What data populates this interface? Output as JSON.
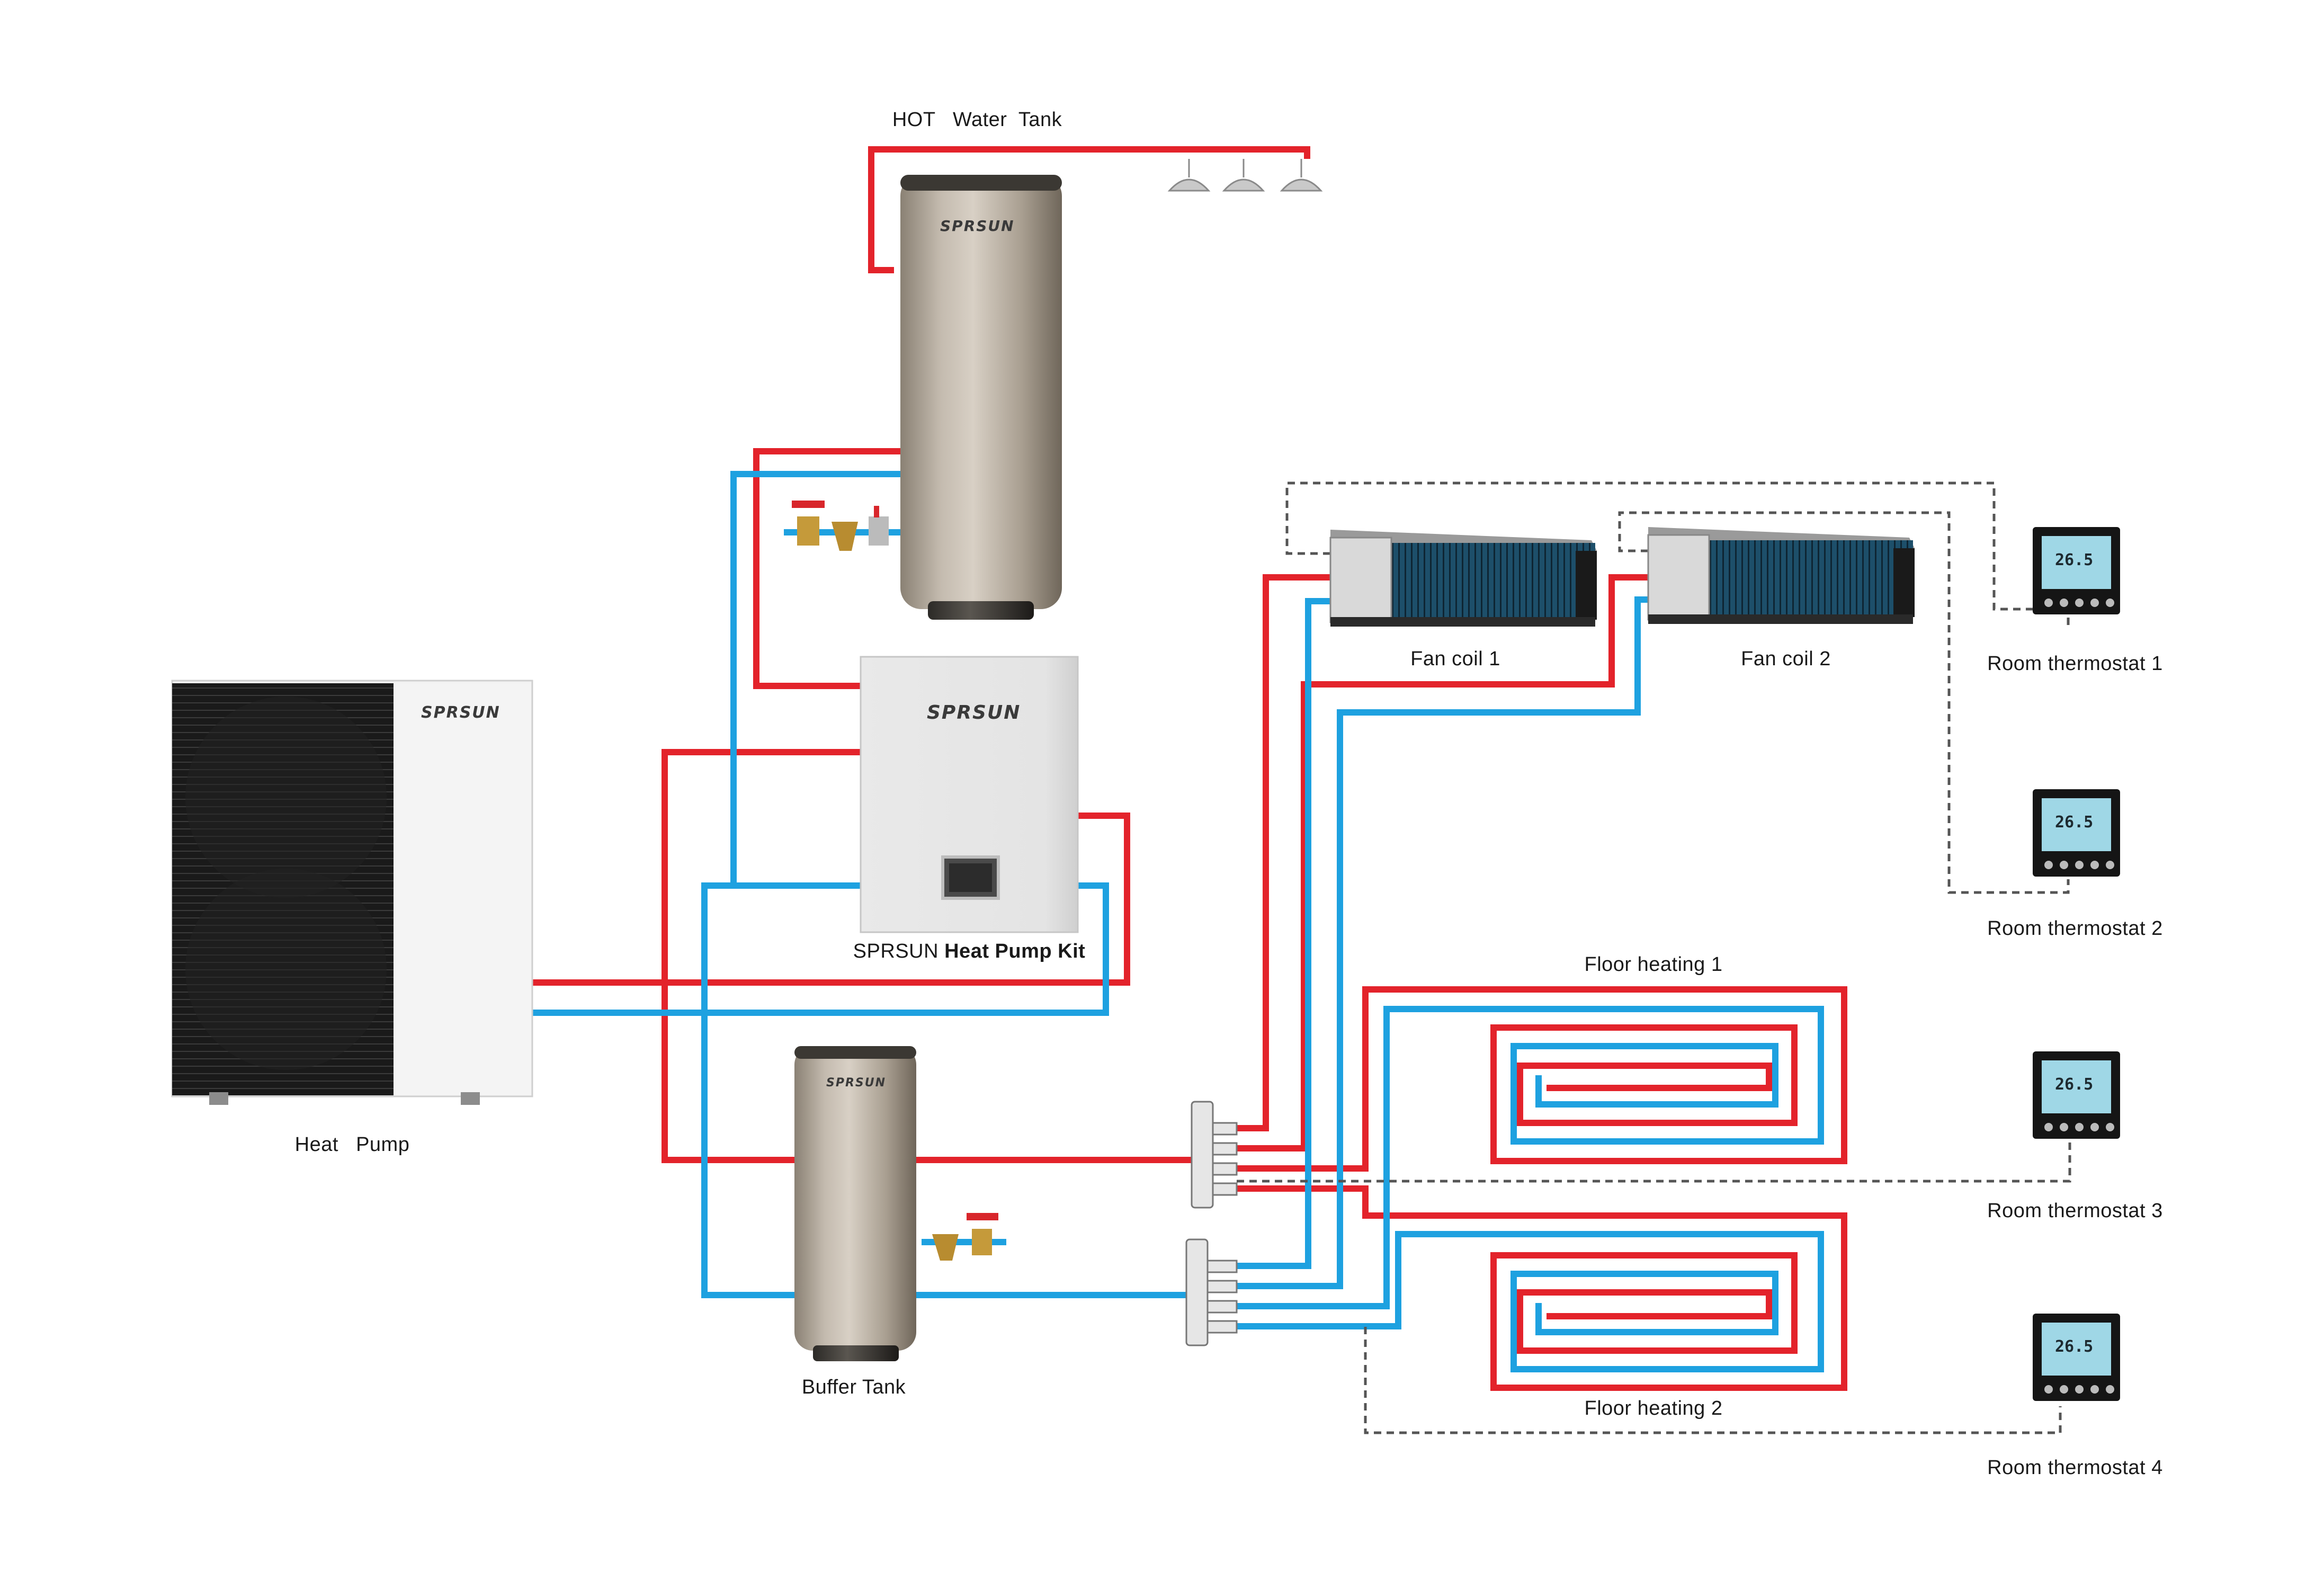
{
  "labels": {
    "hot_water_tank": "HOT   Water  Tank",
    "heat_pump": "Heat   Pump",
    "kit_brand": "SPRSUN",
    "kit_name": "Heat Pump Kit",
    "buffer_tank": "Buffer Tank",
    "fan_coil_1": "Fan coil 1",
    "fan_coil_2": "Fan coil 2",
    "floor_heating_1": "Floor heating 1",
    "floor_heating_2": "Floor heating 2",
    "thermostat_1": "Room thermostat 1",
    "thermostat_2": "Room thermostat 2",
    "thermostat_3": "Room thermostat 3",
    "thermostat_4": "Room thermostat 4"
  },
  "brand_logo": "SPRSUN",
  "thermostat_display": "26.5",
  "colors": {
    "hot_pipe": "#e3232b",
    "cold_pipe": "#1ea1e0",
    "control_wire": "#555555",
    "tank_body": "#b0a595",
    "heat_pump_grille": "#1c1c1c",
    "thermostat_screen": "#9fd7e6"
  }
}
